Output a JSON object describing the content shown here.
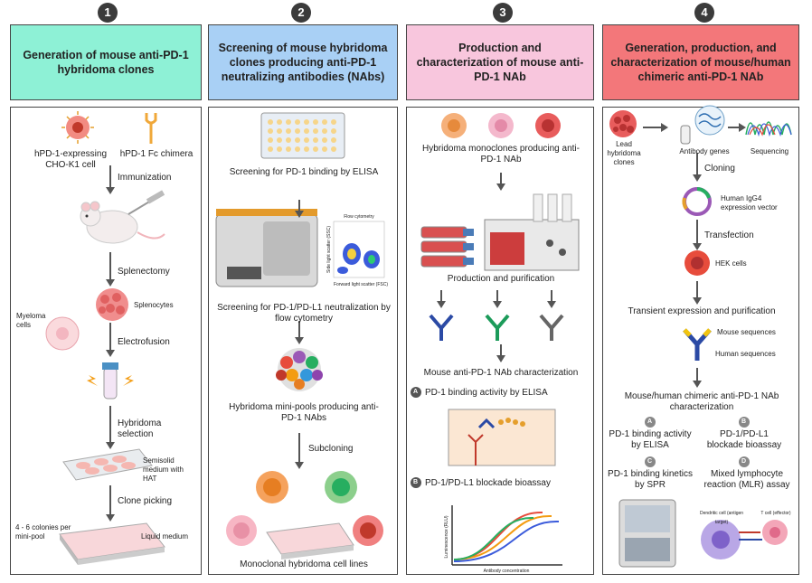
{
  "steps": [
    {
      "num": "1",
      "title": "Generation of mouse anti-PD-1 hybridoma clones",
      "color": "#8ef1d6"
    },
    {
      "num": "2",
      "title": "Screening of mouse hybridoma clones producing anti-PD-1 neutralizing antibodies (NAbs)",
      "color": "#a9d0f5"
    },
    {
      "num": "3",
      "title": "Production and characterization of mouse anti-PD-1 NAb",
      "color": "#f8c6dd"
    },
    {
      "num": "4",
      "title": "Generation, production, and characterization of mouse/human chimeric anti-PD-1 NAb",
      "color": "#f3777a"
    }
  ],
  "p1": {
    "cell_label": "hPD-1-expressing CHO-K1 cell",
    "chimera_label": "hPD-1 Fc chimera",
    "immunization": "Immunization",
    "splenectomy": "Splenectomy",
    "splenocytes": "Splenocytes",
    "myeloma": "Myeloma cells",
    "electrofusion": "Electrofusion",
    "hybridoma_selection": "Hybridoma selection",
    "semisolid": "Semisolid medium with HAT",
    "clone_picking": "Clone picking",
    "colonies": "4 - 6 colonies per mini-pool",
    "liquid": "Liquid medium"
  },
  "p2": {
    "elisa": "Screening for PD-1 binding by ELISA",
    "flow_title": "Flow cytometry",
    "flow_ylabel": "Side light scatter (SSC)",
    "flow_xlabel": "Forward light scatter (FSC)",
    "flow": "Screening for PD-1/PD-L1 neutralization by flow cytometry",
    "minipools": "Hybridoma mini-pools producing  anti-PD-1 NAbs",
    "subcloning": "Subcloning",
    "lines": "Monoclonal hybridoma cell lines"
  },
  "p3": {
    "monoclones": "Hybridoma monoclones producing anti-PD-1 NAb",
    "production": "Production and purification",
    "characterization": "Mouse anti-PD-1 NAb characterization",
    "a_letter": "A",
    "a_label": "PD-1 binding activity by ELISA",
    "b_letter": "B",
    "b_label": "PD-1/PD-L1 blockade bioassay",
    "y_axis": "Luminescence (RLU)",
    "x_axis": "Antibody concentration"
  },
  "p4": {
    "lead": "Lead hybridoma clones",
    "antibody_genes": "Antibody genes",
    "sequencing": "Sequencing",
    "cloning": "Cloning",
    "vector": "Human IgG4 expression vector",
    "transfection": "Transfection",
    "hek": "HEK cells",
    "transient": "Transient expression and purification",
    "mouse_seq": "Mouse sequences",
    "human_seq": "Human sequences",
    "chimeric": "Mouse/human chimeric anti-PD-1 NAb characterization",
    "a_letter": "A",
    "a_label": "PD-1 binding activity by ELISA",
    "b_letter": "B",
    "b_label": "PD-1/PD-L1 blockade bioassay",
    "c_letter": "C",
    "c_label": "PD-1 binding kinetics by SPR",
    "d_letter": "D",
    "d_label": "Mixed lymphocyte reaction (MLR) assay",
    "dc_label": "Dendritic cell (antigen target)",
    "tcell_label": "T cell (effector)"
  }
}
